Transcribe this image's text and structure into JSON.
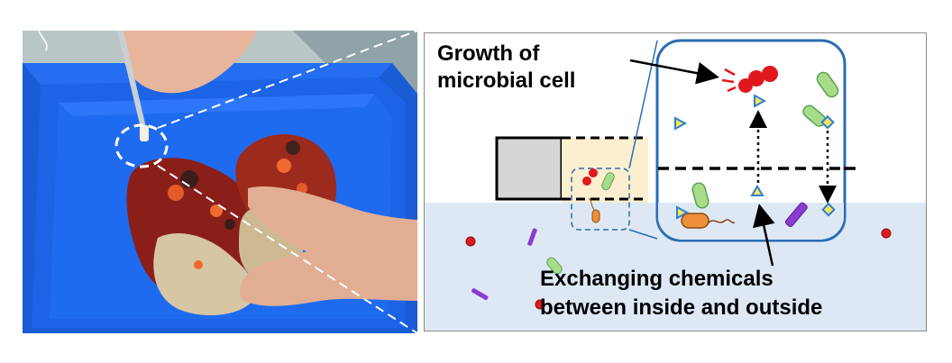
{
  "photo": {
    "description_icon": "photo-of-hands-holding-sponge-in-blue-tray"
  },
  "diagram": {
    "label_growth_line1": "Growth of",
    "label_growth_line2": "microbial cell",
    "label_exchange_line1": "Exchanging chemicals",
    "label_exchange_line2": "between inside and outside"
  },
  "colors": {
    "tray_blue": "#1a5bd6",
    "frame_blue": "#2a6db3",
    "inside_fill": "#fbefcf",
    "outside_fill": "#dde8f4",
    "cell_red": "#e0181e",
    "bacteria_green": "#a8dc8a",
    "bacteria_orange": "#ef8f3a",
    "rod_purple": "#8a3bd0",
    "chemical_yellow": "#ffe45a",
    "chemical_outline": "#2b7fd6"
  }
}
